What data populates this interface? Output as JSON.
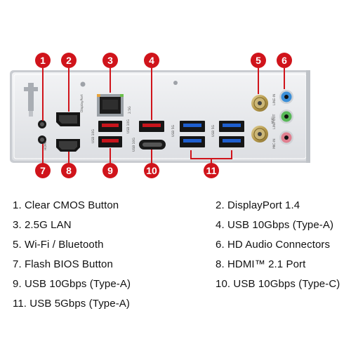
{
  "accent_color": "#d0141b",
  "callouts": [
    {
      "number": "1"
    },
    {
      "number": "2"
    },
    {
      "number": "3"
    },
    {
      "number": "4"
    },
    {
      "number": "5"
    },
    {
      "number": "6"
    },
    {
      "number": "7"
    },
    {
      "number": "8"
    },
    {
      "number": "9"
    },
    {
      "number": "10"
    },
    {
      "number": "11"
    }
  ],
  "port_labels": {
    "lan": "2.5G",
    "usb_a_upper": "USB 10G",
    "usb_a_lower": "USB 10G",
    "usb_c": "USB 10G",
    "usb_5g_left": "USB 5G",
    "usb_5g_right": "USB 5G",
    "dp": "DisplayPort",
    "hdmi": "HDMI",
    "wifi": "WIFI",
    "audio_in": "LINE-IN",
    "audio_out": "LINE-OUT",
    "audio_mic": "MIC-IN"
  },
  "legend": [
    {
      "label": "1. Clear CMOS Button"
    },
    {
      "label": "2. DisplayPort 1.4"
    },
    {
      "label": "3. 2.5G LAN"
    },
    {
      "label": "4. USB 10Gbps (Type-A)"
    },
    {
      "label": "5. Wi-Fi / Bluetooth"
    },
    {
      "label": "6. HD Audio Connectors"
    },
    {
      "label": "7. Flash BIOS Button"
    },
    {
      "label": "8. HDMI™ 2.1 Port"
    },
    {
      "label": "9. USB 10Gbps (Type-A)"
    },
    {
      "label": "10. USB 10Gbps (Type-C)"
    },
    {
      "label": "11. USB 5Gbps (Type-A)"
    }
  ]
}
